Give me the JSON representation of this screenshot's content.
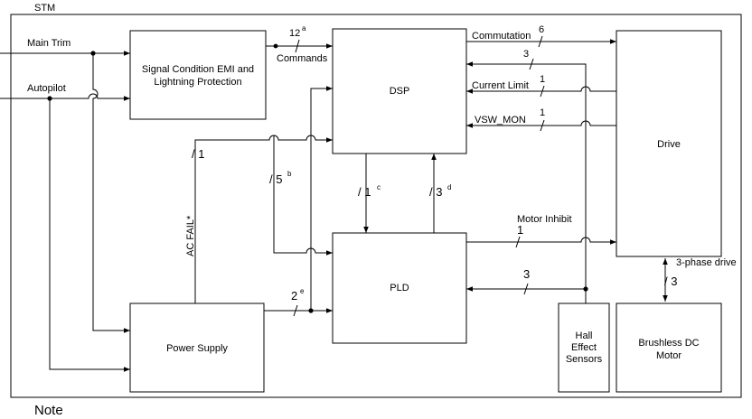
{
  "frame_label": "STM",
  "note_label": "Note",
  "blocks": {
    "signal_condition": [
      "Signal Condition EMI and",
      "Lightning Protection"
    ],
    "dsp": "DSP",
    "pld": "PLD",
    "power_supply": "Power Supply",
    "drive": "Drive",
    "hall_sensors": [
      "Hall",
      "Effect",
      "Sensors"
    ],
    "motor": [
      "Brushless DC",
      "Motor"
    ]
  },
  "inputs": {
    "main_trim": "Main Trim",
    "autopilot": "Autopilot"
  },
  "signals": {
    "commands_count": "12",
    "commands_sup": "a",
    "commands_label": "Commands",
    "commutation_label": "Commutation",
    "commutation_count": "6",
    "hall_dsp_count": "3",
    "current_limit_label": "Current Limit",
    "current_limit_count": "1",
    "vsw_mon_label": "VSW_MON",
    "vsw_mon_count": "1",
    "ac_fail_label": "AC FAIL*",
    "ac_fail_count": "/ 1",
    "ps_dsp_count": "/ 5",
    "ps_dsp_sup": "b",
    "dsp_pld_count": "/ 1",
    "dsp_pld_sup": "c",
    "pld_dsp_count": "/ 3",
    "pld_dsp_sup": "d",
    "motor_inhibit_label": "Motor Inhibit",
    "motor_inhibit_count": "1",
    "hall_pld_count": "3",
    "ps_pld_count": "2",
    "ps_pld_sup": "e",
    "phase_drive_label": "3-phase drive",
    "phase_drive_count": "/ 3",
    "slash": "/"
  },
  "colors": {
    "line": "#000000",
    "background": "#ffffff"
  }
}
